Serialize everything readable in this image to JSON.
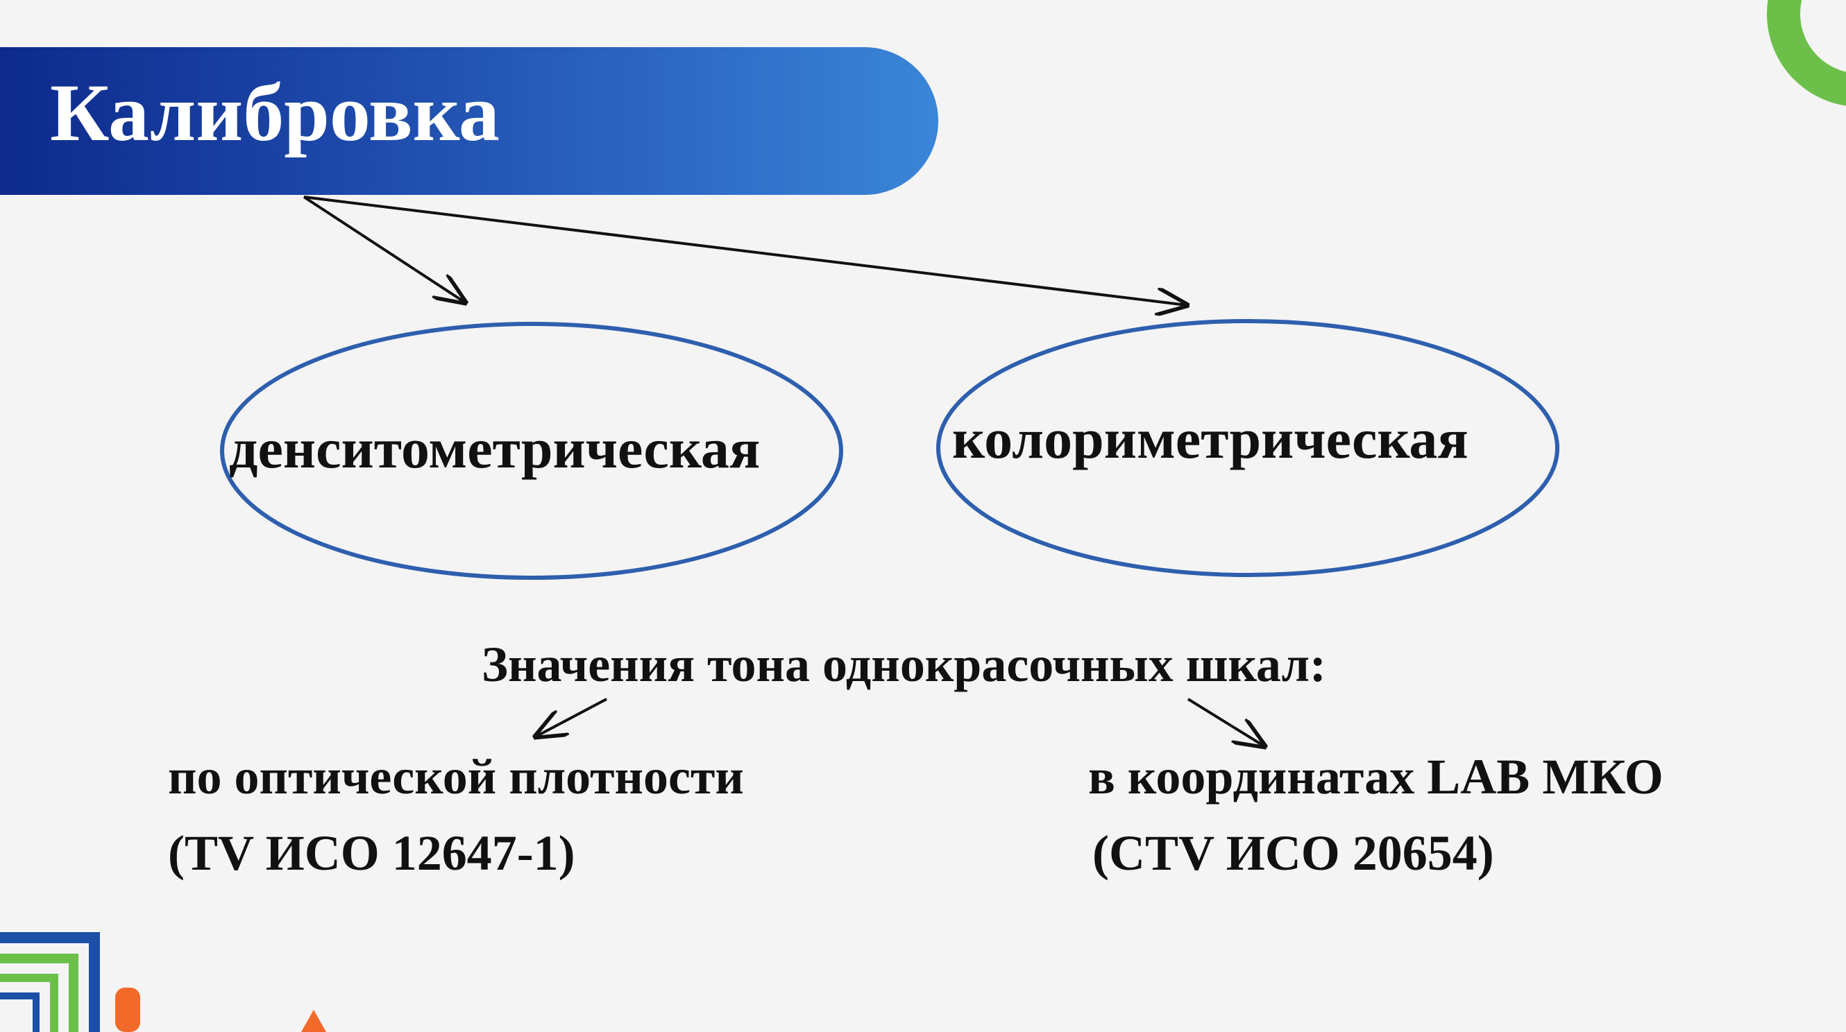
{
  "title": "Калибровка",
  "diagram": {
    "ovals": [
      {
        "label": "денситометрическая"
      },
      {
        "label": "колориметрическая"
      }
    ],
    "values_heading": "Значения тона однокрасочных шкал:",
    "branches": [
      {
        "line1": "по оптической плотности",
        "line2": "(TV ИСО 12647-1)"
      },
      {
        "line1": "в координатах LAB МКО",
        "line2": "(CTV ИСО 20654)"
      }
    ]
  },
  "colors": {
    "banner_start": "#0d2a8c",
    "banner_end": "#3a86d8",
    "oval_stroke": "#2e5fae",
    "text": "#111111",
    "decor_green": "#6cc04a",
    "decor_blue": "#1b4fa8",
    "decor_orange": "#f26a2a"
  }
}
